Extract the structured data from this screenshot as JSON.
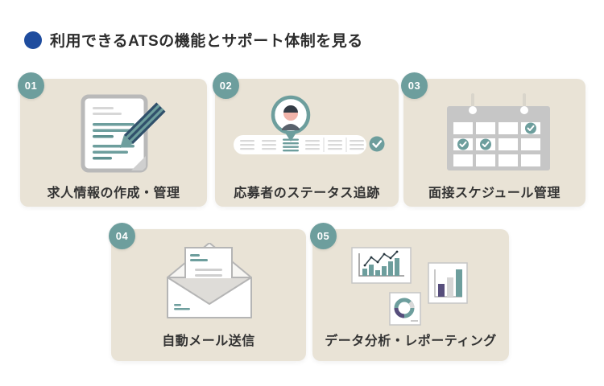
{
  "title": {
    "text": "利用できるATSの機能とサポート体制を見る"
  },
  "colors": {
    "accent_blue": "#1E4C9E",
    "teal": "#6D9E9D",
    "card_bg": "#E9E3D6",
    "text_dark": "#2D2D2D",
    "navy": "#30506B",
    "purple": "#574E7C",
    "gray_border": "#B5B5B5",
    "badge_text": "#FFFFFF"
  },
  "cards": [
    {
      "number": "01",
      "label": "求人情報の作成・管理",
      "icon": "document-pencil-icon"
    },
    {
      "number": "02",
      "label": "応募者のステータス追跡",
      "icon": "applicant-pin-progress-icon"
    },
    {
      "number": "03",
      "label": "面接スケジュール管理",
      "icon": "calendar-checks-icon"
    },
    {
      "number": "04",
      "label": "自動メール送信",
      "icon": "open-envelope-letter-icon"
    },
    {
      "number": "05",
      "label": "データ分析・レポーティング",
      "icon": "charts-analytics-icon"
    }
  ]
}
